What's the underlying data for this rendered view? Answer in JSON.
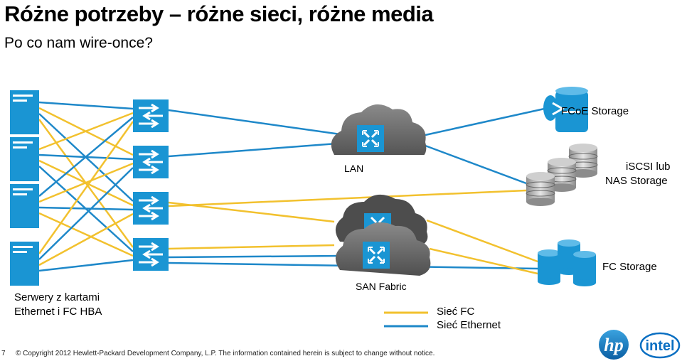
{
  "title": "Różne potrzeby – różne sieci, różne media",
  "subtitle": "Po co nam wire-once?",
  "labels": {
    "servers": [
      "Serwery z kartami",
      "Ethernet i FC HBA"
    ],
    "lan": "LAN",
    "san": "SAN Fabric",
    "fcoe": "FCoE Storage",
    "iscsi": [
      "iSCSI lub",
      "NAS Storage"
    ],
    "fc_storage": "FC Storage"
  },
  "legend": {
    "fc": "Sieć FC",
    "ethernet": "Sieć Ethernet"
  },
  "colors": {
    "fc": "#f2c12e",
    "ethernet": "#1e88c9",
    "device": "#1a95d3",
    "cloud": "#6e6e6e"
  },
  "footer": "© Copyright 2012 Hewlett-Packard Development Company, L.P.  The information contained herein is subject to change without notice.",
  "page_number": "7",
  "logos": {
    "hp": "hp",
    "intel": "intel"
  }
}
